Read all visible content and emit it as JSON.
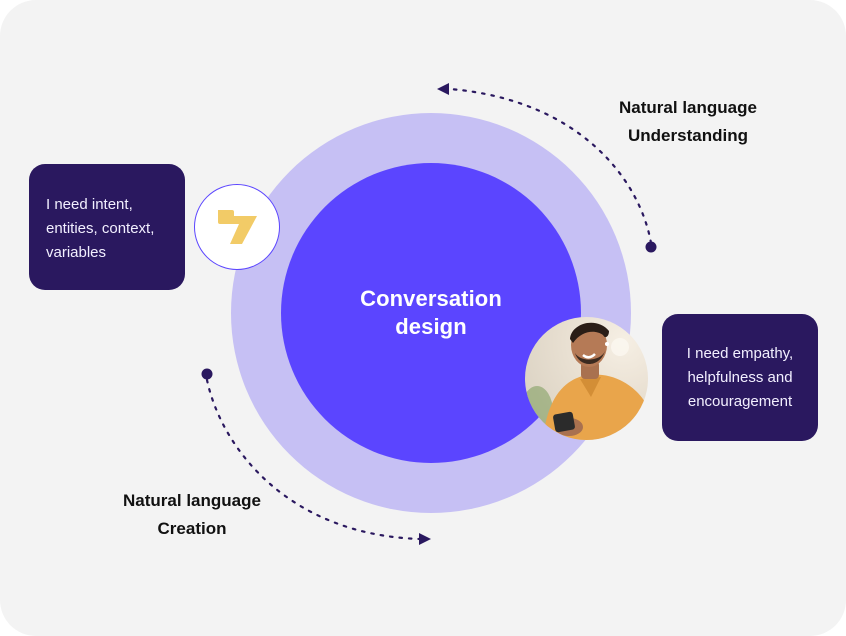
{
  "diagram": {
    "center": {
      "title_line1": "Conversation",
      "title_line2": "design"
    },
    "bot_bubble": {
      "lines": [
        "I need intent,",
        "entities, context,",
        "variables"
      ]
    },
    "human_bubble": {
      "lines": [
        "I need empathy,",
        "helpfulness and",
        "encouragement"
      ]
    },
    "labels": {
      "understanding": {
        "line1": "Natural language",
        "line2": "Understanding"
      },
      "creation": {
        "line1": "Natural language",
        "line2": "Creation"
      }
    },
    "icons": {
      "bot": "yellow-brand-logo-icon",
      "human": "person-with-phone-photo",
      "arrow_top": "dotted-arrow-counterclockwise",
      "arrow_bottom": "dotted-arrow-clockwise"
    },
    "colors": {
      "background": "#f3f3f3",
      "outer_ring": "#c6c0f4",
      "inner_circle": "#5b45ff",
      "bubble": "#2a185f",
      "bubble_text": "#f2efff",
      "logo_yellow": "#f2cb67",
      "arrow": "#2a185f",
      "label_text": "#111111"
    }
  }
}
